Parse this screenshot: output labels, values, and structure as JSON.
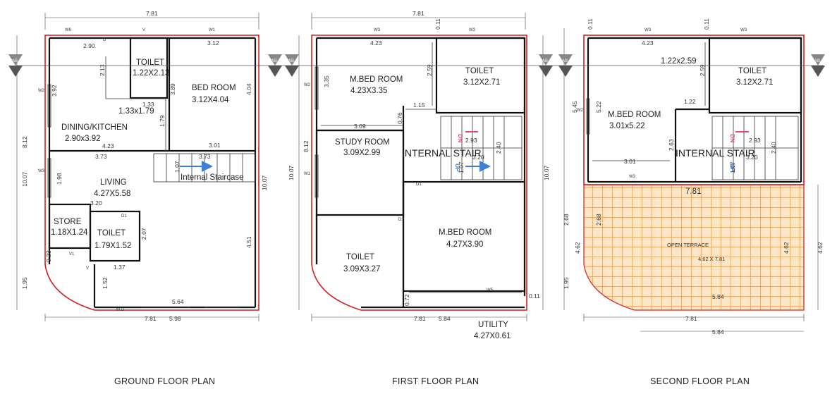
{
  "plans": {
    "ground": {
      "caption": "GROUND FLOOR PLAN",
      "rooms": {
        "toilet_top": {
          "name": "TOILET",
          "size": "1.22X2.13"
        },
        "bedroom": {
          "name": "BED ROOM",
          "size": "3.12X4.04"
        },
        "dining": {
          "name": "DINING/KITCHEN",
          "size": "2.90x3.92"
        },
        "center": {
          "size": "1.33x1.79"
        },
        "living": {
          "name": "LIVING",
          "size": "4.27X5.58"
        },
        "stair": {
          "name": "Internal Staircase"
        },
        "store": {
          "name": "STORE",
          "size": "1.18X1.24"
        },
        "toilet_low": {
          "name": "TOILET",
          "size": "1.79X1.52"
        }
      },
      "dims": {
        "top": "7.81",
        "d290": "2.90",
        "d312": "3.12",
        "d213": "2.13",
        "d389": "3.89",
        "d404": "4.04",
        "d392": "3.92",
        "d812": "8.12",
        "d133": "1.33",
        "d179": "1.79",
        "d423": "4.23",
        "d301": "3.01",
        "d373a": "3.73",
        "d373b": "3.73",
        "d107": "1.07",
        "d1007a": "10.07",
        "d1007b": "10.07",
        "d198": "1.98",
        "d320": "3.20",
        "d207": "2.07",
        "d451": "4.51",
        "d023": "0.23",
        "d195": "1.95",
        "d137": "1.37",
        "d152": "1.52",
        "d564": "5.64",
        "b781": "7.81",
        "b598": "5.98"
      },
      "tags": {
        "w6": "W6",
        "v1": "V",
        "w1": "W1",
        "w2": "W2",
        "w3": "W3",
        "d1": "D",
        "md": "M.D",
        "v2": "V",
        "d1b": "D1",
        "v1b": "V1"
      }
    },
    "first": {
      "caption": "FIRST FLOOR PLAN",
      "rooms": {
        "mbed1": {
          "name": "M.BED ROOM",
          "size": "4.23X3.35"
        },
        "toilet1": {
          "name": "TOILET",
          "size": "3.12X2.71"
        },
        "study": {
          "name": "STUDY ROOM",
          "size": "3.09X2.99"
        },
        "stair": {
          "name": "INTERNAL STAIR"
        },
        "mbed2": {
          "name": "M.BED ROOM",
          "size": "4.27X3.90"
        },
        "toilet2": {
          "name": "TOILET",
          "size": "3.09X3.27"
        },
        "utility": {
          "name": "UTILITY",
          "size": "4.27X0.61"
        }
      },
      "dims": {
        "top": "7.81",
        "d011": "0.11",
        "d423": "4.23",
        "d259": "2.59",
        "d335": "3.35",
        "d115": "1.15",
        "d309": "3.09",
        "d076": "0.76",
        "d293": "2.93",
        "d240": "2.40",
        "d320": "3.20",
        "d107": "1.07",
        "d812": "8.12",
        "d1007a": "10.07",
        "d1007b": "10.07",
        "d011b": "0.11",
        "d072": "0.72",
        "b781": "7.81",
        "b584": "5.84"
      },
      "stair_marks": {
        "dn": "DN",
        "up": "UP",
        "w5": "W5"
      },
      "tags": {
        "w3a": "W3",
        "w3b": "W3",
        "w2": "W2",
        "w1": "W1",
        "d1a": "D1",
        "d1b": "D1"
      }
    },
    "second": {
      "caption": "SECOND FLOOR PLAN",
      "rooms": {
        "mbed": {
          "name": "M.BED ROOM",
          "size": "3.01x5.22"
        },
        "toilet": {
          "name": "TOILET",
          "size": "3.12X2.71"
        },
        "stair": {
          "name": "INTERNAL STAIR"
        },
        "top_size": {
          "size": "1.22x2.59"
        },
        "terrace": {
          "name": "OPEN TERRACE",
          "size": "4.62 X 7.81"
        }
      },
      "dims": {
        "d011a": "0.11",
        "d011b": "0.11",
        "d423": "4.23",
        "d259": "2.59",
        "d545": "5.45",
        "d522": "5.22",
        "d122": "1.22",
        "d263": "2.63",
        "d293": "2.93",
        "d240": "2.40",
        "d320": "3.20",
        "d107": "1.07",
        "d301": "3.01",
        "d781": "7.81",
        "d268a": "2.68",
        "d268b": "2.68",
        "d462a": "4.62",
        "d462b": "4.62",
        "d462c": "4.62",
        "d195": "1.95",
        "d584a": "5.84",
        "b781": "7.81",
        "b584": "5.84"
      },
      "stair_marks": {
        "dn": "DN",
        "up": "UP"
      },
      "tags": {
        "w3a": "W3",
        "w3b": "W3",
        "w2": "W2",
        "w3c": "W3"
      }
    }
  },
  "section_markers": {
    "label": "AB"
  },
  "colors": {
    "outline": "#d21f1f",
    "terrace": "#f5c48a",
    "stair_dn": "#e64a8f",
    "stair_up": "#3d7fd9",
    "wall": "#111111"
  }
}
